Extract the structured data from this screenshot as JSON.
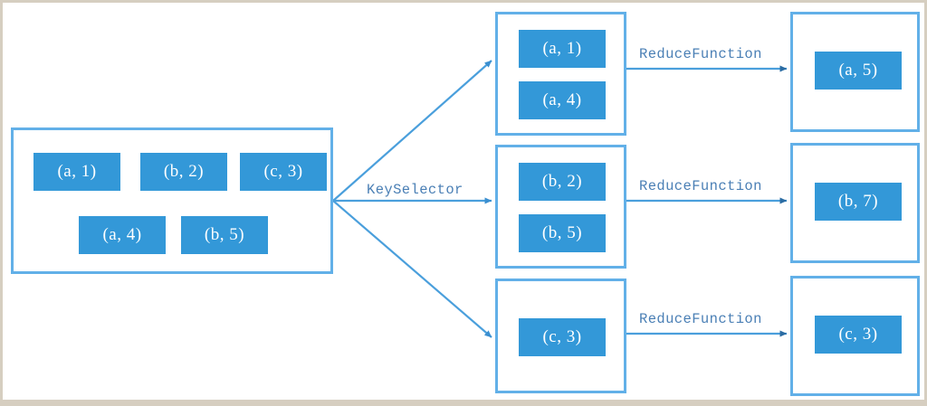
{
  "diagram": {
    "title": "KeySelector and ReduceFunction grouping diagram",
    "colors": {
      "tile_fill": "#3398d8",
      "box_border": "#62b0e8",
      "edge_line": "#4a9fdc",
      "arrow_head": "#2b6ca3",
      "label_text": "#4a7fb5",
      "page_border": "#d6cec0",
      "canvas_bg": "#ffffff"
    },
    "input": {
      "name": "input-collection",
      "tiles": [
        {
          "label": "(a, 1)"
        },
        {
          "label": "(b, 2)"
        },
        {
          "label": "(c, 3)"
        },
        {
          "label": "(a, 4)"
        },
        {
          "label": "(b, 5)"
        }
      ]
    },
    "key_selector_label": "KeySelector",
    "groups": [
      {
        "name": "group-a",
        "tiles": [
          {
            "label": "(a, 1)"
          },
          {
            "label": "(a, 4)"
          }
        ],
        "reduce_label": "ReduceFunction",
        "result": {
          "label": "(a, 5)"
        }
      },
      {
        "name": "group-b",
        "tiles": [
          {
            "label": "(b, 2)"
          },
          {
            "label": "(b, 5)"
          }
        ],
        "reduce_label": "ReduceFunction",
        "result": {
          "label": "(b, 7)"
        }
      },
      {
        "name": "group-c",
        "tiles": [
          {
            "label": "(c, 3)"
          }
        ],
        "reduce_label": "ReduceFunction",
        "result": {
          "label": "(c, 3)"
        }
      }
    ]
  }
}
